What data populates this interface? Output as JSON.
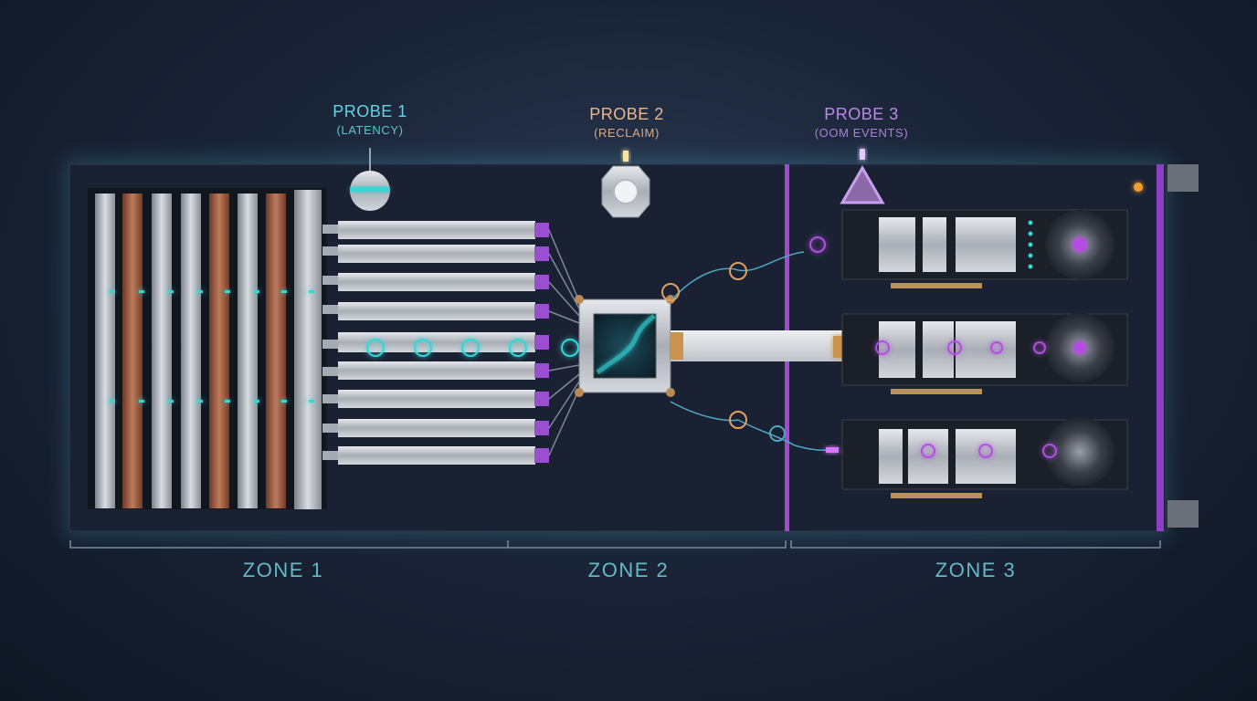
{
  "probes": [
    {
      "title": "PROBE 1",
      "subtitle": "(LATENCY)",
      "color": "#5fd6e3"
    },
    {
      "title": "PROBE 2",
      "subtitle": "(RECLAIM)",
      "color": "#e8b88a"
    },
    {
      "title": "PROBE 3",
      "subtitle": "(OOM EVENTS)",
      "color": "#b98ae6"
    }
  ],
  "zones": [
    {
      "label": "ZONE 1"
    },
    {
      "label": "ZONE 2"
    },
    {
      "label": "ZONE 3"
    }
  ],
  "colors": {
    "cyan": "#34d6d6",
    "orange": "#e0a060",
    "purple": "#b14fe0",
    "board": "#1a2133",
    "accent_frame": "#56cfe0"
  }
}
